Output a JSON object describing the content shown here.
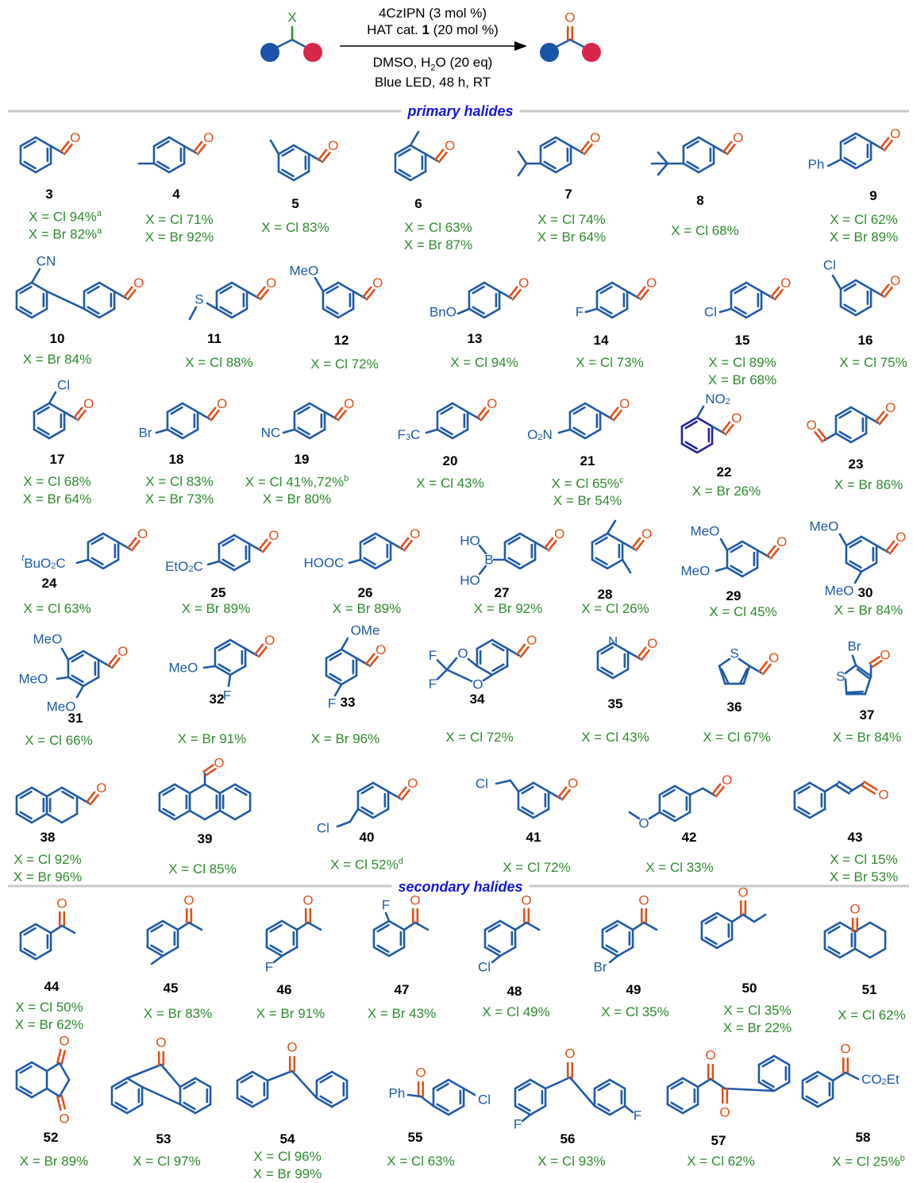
{
  "colors": {
    "bond": "#1f5aa8",
    "oxygen": "#e0501b",
    "yield": "#2e8b2e",
    "section": "#1515e0",
    "ball_blue": "#1855a8",
    "ball_red": "#d8274a",
    "divider": "#c8c8c8",
    "x_atom": "#2e8b2e"
  },
  "scheme": {
    "x_atom": "X",
    "o_atom": "O",
    "above_arrow": [
      [
        "4CzIPN (3 mol %)"
      ],
      [
        "HAT cat. ",
        "1",
        " (20 mol %)"
      ]
    ],
    "below_arrow": [
      [
        "DMSO, H",
        "2",
        "O (20 eq)"
      ],
      [
        "Blue LED, 48 h, RT"
      ]
    ]
  },
  "sections": {
    "primary": "primary halides",
    "secondary": "secondary halides"
  },
  "compounds": [
    {
      "id": "3",
      "name": "benzaldehyde",
      "yields": [
        [
          "X = Cl 94%",
          "a"
        ],
        [
          "X = Br 82%",
          "a"
        ]
      ]
    },
    {
      "id": "4",
      "name": "4-methylbenzaldehyde",
      "yields": [
        [
          "X = Cl 71%",
          ""
        ],
        [
          "X = Br 92%",
          ""
        ]
      ],
      "labels": []
    },
    {
      "id": "5",
      "name": "3-methylbenzaldehyde",
      "yields": [
        [
          "X = Cl 83%",
          ""
        ]
      ]
    },
    {
      "id": "6",
      "name": "2-methylbenzaldehyde",
      "yields": [
        [
          "X = Cl 63%",
          ""
        ],
        [
          "X = Br 87%",
          ""
        ]
      ]
    },
    {
      "id": "7",
      "name": "4-isopropylbenzaldehyde",
      "yields": [
        [
          "X = Cl 74%",
          ""
        ],
        [
          "X = Br 64%",
          ""
        ]
      ]
    },
    {
      "id": "8",
      "name": "4-tert-butylbenzaldehyde",
      "yields": [
        [
          "X = Cl 68%",
          ""
        ]
      ]
    },
    {
      "id": "9",
      "name": "4-phenylbenzaldehyde",
      "yields": [
        [
          "X = Cl 62%",
          ""
        ],
        [
          "X = Br 89%",
          ""
        ]
      ],
      "labels": [
        "Ph"
      ]
    },
    {
      "id": "10",
      "name": "2'-cyano-biphenyl-4-carbaldehyde",
      "yields": [
        [
          "X = Br 84%",
          ""
        ]
      ],
      "labels": [
        "CN"
      ]
    },
    {
      "id": "11",
      "name": "4-(methylthio)benzaldehyde",
      "yields": [
        [
          "X = Cl 88%",
          ""
        ]
      ],
      "labels": [
        "S"
      ]
    },
    {
      "id": "12",
      "name": "3-methoxybenzaldehyde",
      "yields": [
        [
          "X = Cl 72%",
          ""
        ]
      ],
      "labels": [
        "MeO"
      ]
    },
    {
      "id": "13",
      "name": "4-benzyloxybenzaldehyde",
      "yields": [
        [
          "X = Cl 94%",
          ""
        ]
      ],
      "labels": [
        "BnO"
      ]
    },
    {
      "id": "14",
      "name": "4-fluorobenzaldehyde",
      "yields": [
        [
          "X = Cl 73%",
          ""
        ]
      ],
      "labels": [
        "F"
      ]
    },
    {
      "id": "15",
      "name": "4-chlorobenzaldehyde",
      "yields": [
        [
          "X = Cl 89%",
          ""
        ],
        [
          "X = Br 68%",
          ""
        ]
      ],
      "labels": [
        "Cl"
      ]
    },
    {
      "id": "16",
      "name": "3-chlorobenzaldehyde",
      "yields": [
        [
          "X = Cl 75%",
          ""
        ]
      ],
      "labels": [
        "Cl"
      ]
    },
    {
      "id": "17",
      "name": "2-chlorobenzaldehyde",
      "yields": [
        [
          "X = Cl 68%",
          ""
        ],
        [
          "X = Br 64%",
          ""
        ]
      ],
      "labels": [
        "Cl"
      ]
    },
    {
      "id": "18",
      "name": "4-bromobenzaldehyde",
      "yields": [
        [
          "X = Cl 83%",
          ""
        ],
        [
          "X = Br 73%",
          ""
        ]
      ],
      "labels": [
        "Br"
      ]
    },
    {
      "id": "19",
      "name": "4-cyanobenzaldehyde",
      "yields": [
        [
          "X = Cl  41%,72%",
          "b"
        ],
        [
          "X = Br 80%",
          ""
        ]
      ],
      "labels": [
        "NC"
      ]
    },
    {
      "id": "20",
      "name": "4-trifluoromethylbenzaldehyde",
      "yields": [
        [
          "X = Cl 43%",
          ""
        ]
      ],
      "labels": [
        "F",
        "3",
        "C"
      ]
    },
    {
      "id": "21",
      "name": "4-nitrobenzaldehyde",
      "yields": [
        [
          "X = Cl 65%",
          "c"
        ],
        [
          "X = Br 54%",
          ""
        ]
      ],
      "labels": [
        "O",
        "2",
        "N"
      ]
    },
    {
      "id": "22",
      "name": "2-nitrobenzaldehyde",
      "yields": [
        [
          "X = Br 26%",
          ""
        ]
      ],
      "labels": [
        "NO",
        "2"
      ]
    },
    {
      "id": "23",
      "name": "terephthalaldehyde",
      "yields": [
        [
          "X = Br 86%",
          ""
        ]
      ]
    },
    {
      "id": "24",
      "name": "tert-butyl 4-formylbenzoate",
      "yields": [
        [
          "X = Cl 63%",
          ""
        ]
      ],
      "labels": [
        "t",
        "BuO",
        "2",
        "C"
      ]
    },
    {
      "id": "25",
      "name": "ethyl 4-formylbenzoate",
      "yields": [
        [
          "X = Br 89%",
          ""
        ]
      ],
      "labels": [
        "EtO",
        "2",
        "C"
      ]
    },
    {
      "id": "26",
      "name": "4-formylbenzoic acid",
      "yields": [
        [
          "X = Br 89%",
          ""
        ]
      ],
      "labels": [
        "HOOC"
      ]
    },
    {
      "id": "27",
      "name": "4-formylphenylboronic acid",
      "yields": [
        [
          "X = Br 92%",
          ""
        ]
      ],
      "labels": [
        "HO",
        "B",
        "HO"
      ]
    },
    {
      "id": "28",
      "name": "2,6-dimethylbenzaldehyde",
      "yields": [
        [
          "X = Cl 26%",
          ""
        ]
      ]
    },
    {
      "id": "29",
      "name": "3,4-dimethoxybenzaldehyde",
      "yields": [
        [
          "X = Cl 45%",
          ""
        ]
      ],
      "labels": [
        "MeO",
        "MeO"
      ]
    },
    {
      "id": "30",
      "name": "3,5-dimethoxybenzaldehyde",
      "yields": [
        [
          "X = Br 84%",
          ""
        ]
      ],
      "labels": [
        "MeO",
        "MeO"
      ]
    },
    {
      "id": "31",
      "name": "3,4,5-trimethoxybenzaldehyde",
      "yields": [
        [
          "X = Cl 66%",
          ""
        ]
      ],
      "labels": [
        "MeO",
        "MeO",
        "MeO"
      ]
    },
    {
      "id": "32",
      "name": "3-fluoro-4-methoxybenzaldehyde",
      "yields": [
        [
          "X = Br 91%",
          ""
        ]
      ],
      "labels": [
        "MeO",
        "F"
      ]
    },
    {
      "id": "33",
      "name": "5-fluoro-2-methoxybenzaldehyde",
      "yields": [
        [
          "X = Br 96%",
          ""
        ]
      ],
      "labels": [
        "OMe",
        "F"
      ]
    },
    {
      "id": "34",
      "name": "difluorobenzodioxole carbaldehyde",
      "yields": [
        [
          "X = Cl 72%",
          ""
        ]
      ],
      "labels": [
        "F",
        "F",
        "O",
        "O"
      ]
    },
    {
      "id": "35",
      "name": "pyridine-2-carbaldehyde",
      "yields": [
        [
          "X = Cl 43%",
          ""
        ]
      ],
      "labels": [
        "N"
      ]
    },
    {
      "id": "36",
      "name": "thiophene-2-carbaldehyde",
      "yields": [
        [
          "X = Cl 67%",
          ""
        ]
      ],
      "labels": [
        "S"
      ]
    },
    {
      "id": "37",
      "name": "2-bromothiophene-3-carbaldehyde",
      "yields": [
        [
          "X = Br 84%",
          ""
        ]
      ],
      "labels": [
        "Br",
        "S"
      ]
    },
    {
      "id": "38",
      "name": "2-naphthaldehyde",
      "yields": [
        [
          "X = Cl 92%",
          ""
        ],
        [
          "X = Br 96%",
          ""
        ]
      ]
    },
    {
      "id": "39",
      "name": "anthracene-9-carbaldehyde",
      "yields": [
        [
          "X = Cl 85%",
          ""
        ]
      ]
    },
    {
      "id": "40",
      "name": "4-(chloromethyl)benzaldehyde",
      "yields": [
        [
          "X = Cl 52%",
          "d"
        ]
      ],
      "labels": [
        "Cl"
      ]
    },
    {
      "id": "41",
      "name": "3-(chloromethyl)benzaldehyde",
      "yields": [
        [
          "X = Cl 72%",
          ""
        ]
      ],
      "labels": [
        "Cl"
      ]
    },
    {
      "id": "42",
      "name": "4-methoxyphenylacetaldehyde",
      "yields": [
        [
          "X = Cl 33%",
          ""
        ]
      ]
    },
    {
      "id": "43",
      "name": "cinnamaldehyde",
      "yields": [
        [
          "X = Cl 15%",
          ""
        ],
        [
          "X = Br 53%",
          ""
        ]
      ]
    },
    {
      "id": "44",
      "name": "acetophenone",
      "yields": [
        [
          "X = Cl 50%",
          ""
        ],
        [
          "X = Br 62%",
          ""
        ]
      ]
    },
    {
      "id": "45",
      "name": "4-methylacetophenone",
      "yields": [
        [
          "X = Br 83%",
          ""
        ]
      ]
    },
    {
      "id": "46",
      "name": "4-fluoroacetophenone",
      "yields": [
        [
          "X = Br 91%",
          ""
        ]
      ],
      "labels": [
        "F"
      ]
    },
    {
      "id": "47",
      "name": "2-fluoroacetophenone",
      "yields": [
        [
          "X = Br 43%",
          ""
        ]
      ],
      "labels": [
        "F"
      ]
    },
    {
      "id": "48",
      "name": "4-chloroacetophenone",
      "yields": [
        [
          "X = Cl 49%",
          ""
        ]
      ],
      "labels": [
        "Cl"
      ]
    },
    {
      "id": "49",
      "name": "4-bromoacetophenone",
      "yields": [
        [
          "X = Cl 35%",
          ""
        ]
      ],
      "labels": [
        "Br"
      ]
    },
    {
      "id": "50",
      "name": "propiophenone",
      "yields": [
        [
          "X = Cl 35%",
          ""
        ],
        [
          "X = Br 22%",
          ""
        ]
      ]
    },
    {
      "id": "51",
      "name": "1-tetralone",
      "yields": [
        [
          "X = Cl 62%",
          ""
        ]
      ]
    },
    {
      "id": "52",
      "name": "1,3-indandione",
      "yields": [
        [
          "X = Br 89%",
          ""
        ]
      ]
    },
    {
      "id": "53",
      "name": "fluorenone",
      "yields": [
        [
          "X = Cl 97%",
          ""
        ]
      ]
    },
    {
      "id": "54",
      "name": "benzophenone",
      "yields": [
        [
          "X = Cl 96%",
          ""
        ],
        [
          "X = Br 99%",
          ""
        ]
      ]
    },
    {
      "id": "55",
      "name": "4-chlorobenzophenone",
      "yields": [
        [
          "X = Cl 63%",
          ""
        ]
      ],
      "labels": [
        "Ph",
        "Cl"
      ]
    },
    {
      "id": "56",
      "name": "4,4'-difluorobenzophenone",
      "yields": [
        [
          "X = Cl 93%",
          ""
        ]
      ],
      "labels": [
        "F",
        "F"
      ]
    },
    {
      "id": "57",
      "name": "benzil",
      "yields": [
        [
          "X = Cl 62%",
          ""
        ]
      ]
    },
    {
      "id": "58",
      "name": "ethyl benzoylformate",
      "yields": [
        [
          "X = Cl 25%",
          "b"
        ]
      ],
      "labels": [
        "CO",
        "2",
        "Et"
      ]
    }
  ]
}
